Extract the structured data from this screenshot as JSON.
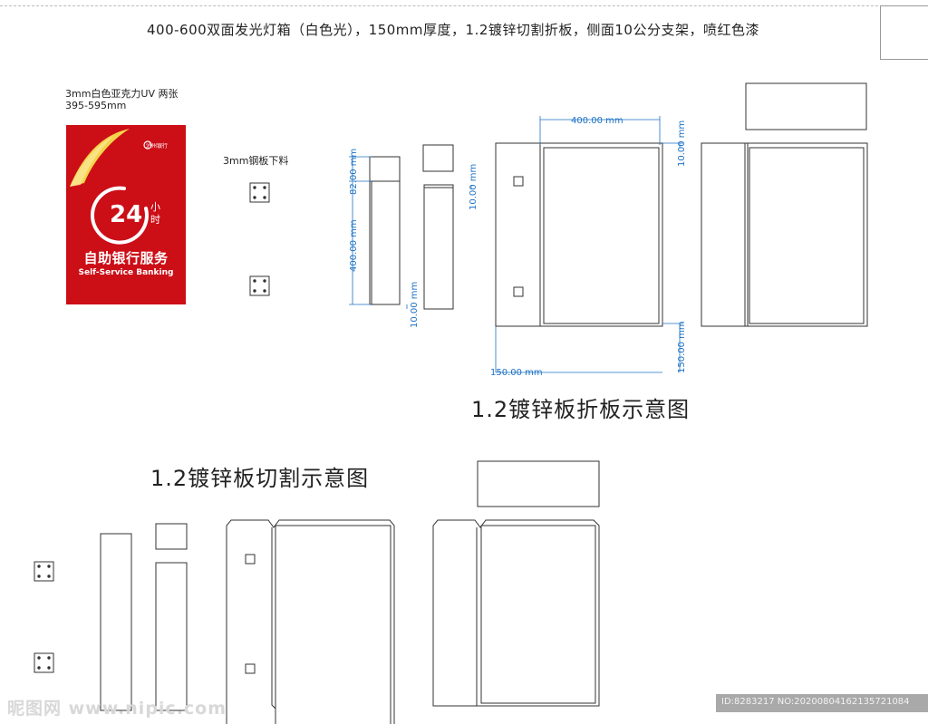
{
  "title": "400-600双面发光灯箱（白色光），150mm厚度，1.2镀锌切割折板，侧面10公分支架，喷红色漆",
  "acrylic_note": {
    "line1": "3mm白色亚克力UV  两张",
    "line2": "395-595mm"
  },
  "steel_note": "3mm钢板下料",
  "sign": {
    "bank_name": "泸州银行",
    "hours": "24",
    "hours_unit_1": "小",
    "hours_unit_2": "时",
    "service_zh": "自助银行服务",
    "service_en": "Self-Service Banking",
    "colors": {
      "background": "#cc0e17",
      "accent": "#f5d34a",
      "text": "#ffffff"
    }
  },
  "dimensions": {
    "top_width": "400.00 mm",
    "height_82": "82.00 mm",
    "height_400": "400.00 mm",
    "flap_10_a": "10.00 mm",
    "flap_10_b": "10.00 mm",
    "flap_10_c": "10.00 mm",
    "depth_150_right": "150.00 mm",
    "depth_150_bottom": "150.00 mm",
    "dim_color": "#1d72c4"
  },
  "labels": {
    "fold_diagram": "1.2镀锌板折板示意图",
    "cut_diagram": "1.2镀锌板切割示意图"
  },
  "watermark": {
    "site": "昵图网 www.nipic.com",
    "id": "ID:8283217 NO:20200804162135721084"
  }
}
